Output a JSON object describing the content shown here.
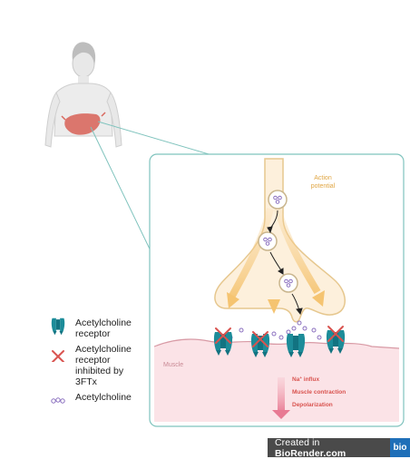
{
  "labels": {
    "action_potential_line1": "Action",
    "action_potential_line2": "potential",
    "muscle": "Muscle",
    "na_influx": "Na",
    "na_superscript": "+",
    "na_influx_rest": " influx",
    "muscle_contraction": "Muscle contraction",
    "depolarization": "Depolarization"
  },
  "legend": {
    "receptor": [
      "Acetylcholine",
      "receptor"
    ],
    "inhibited": [
      "Acetylcholine",
      "receptor",
      "inhibited by",
      "3FTx"
    ],
    "acetylcholine": "Acetylcholine"
  },
  "badge": {
    "created_in": "Created in ",
    "brand": "BioRender.com",
    "logo": "bio"
  },
  "colors": {
    "panel_border": "#7fc3bd",
    "neuron_fill": "#fdf0dc",
    "neuron_stroke": "#e6c78e",
    "action_potential": "#e0a542",
    "muscle_fill": "#fbe3e7",
    "muscle_stroke": "#d89aa5",
    "receptor": "#1c8c99",
    "inhibit_x": "#d9534f",
    "vesicle": "#8a6fbf",
    "effect_text": "#d9534f"
  }
}
